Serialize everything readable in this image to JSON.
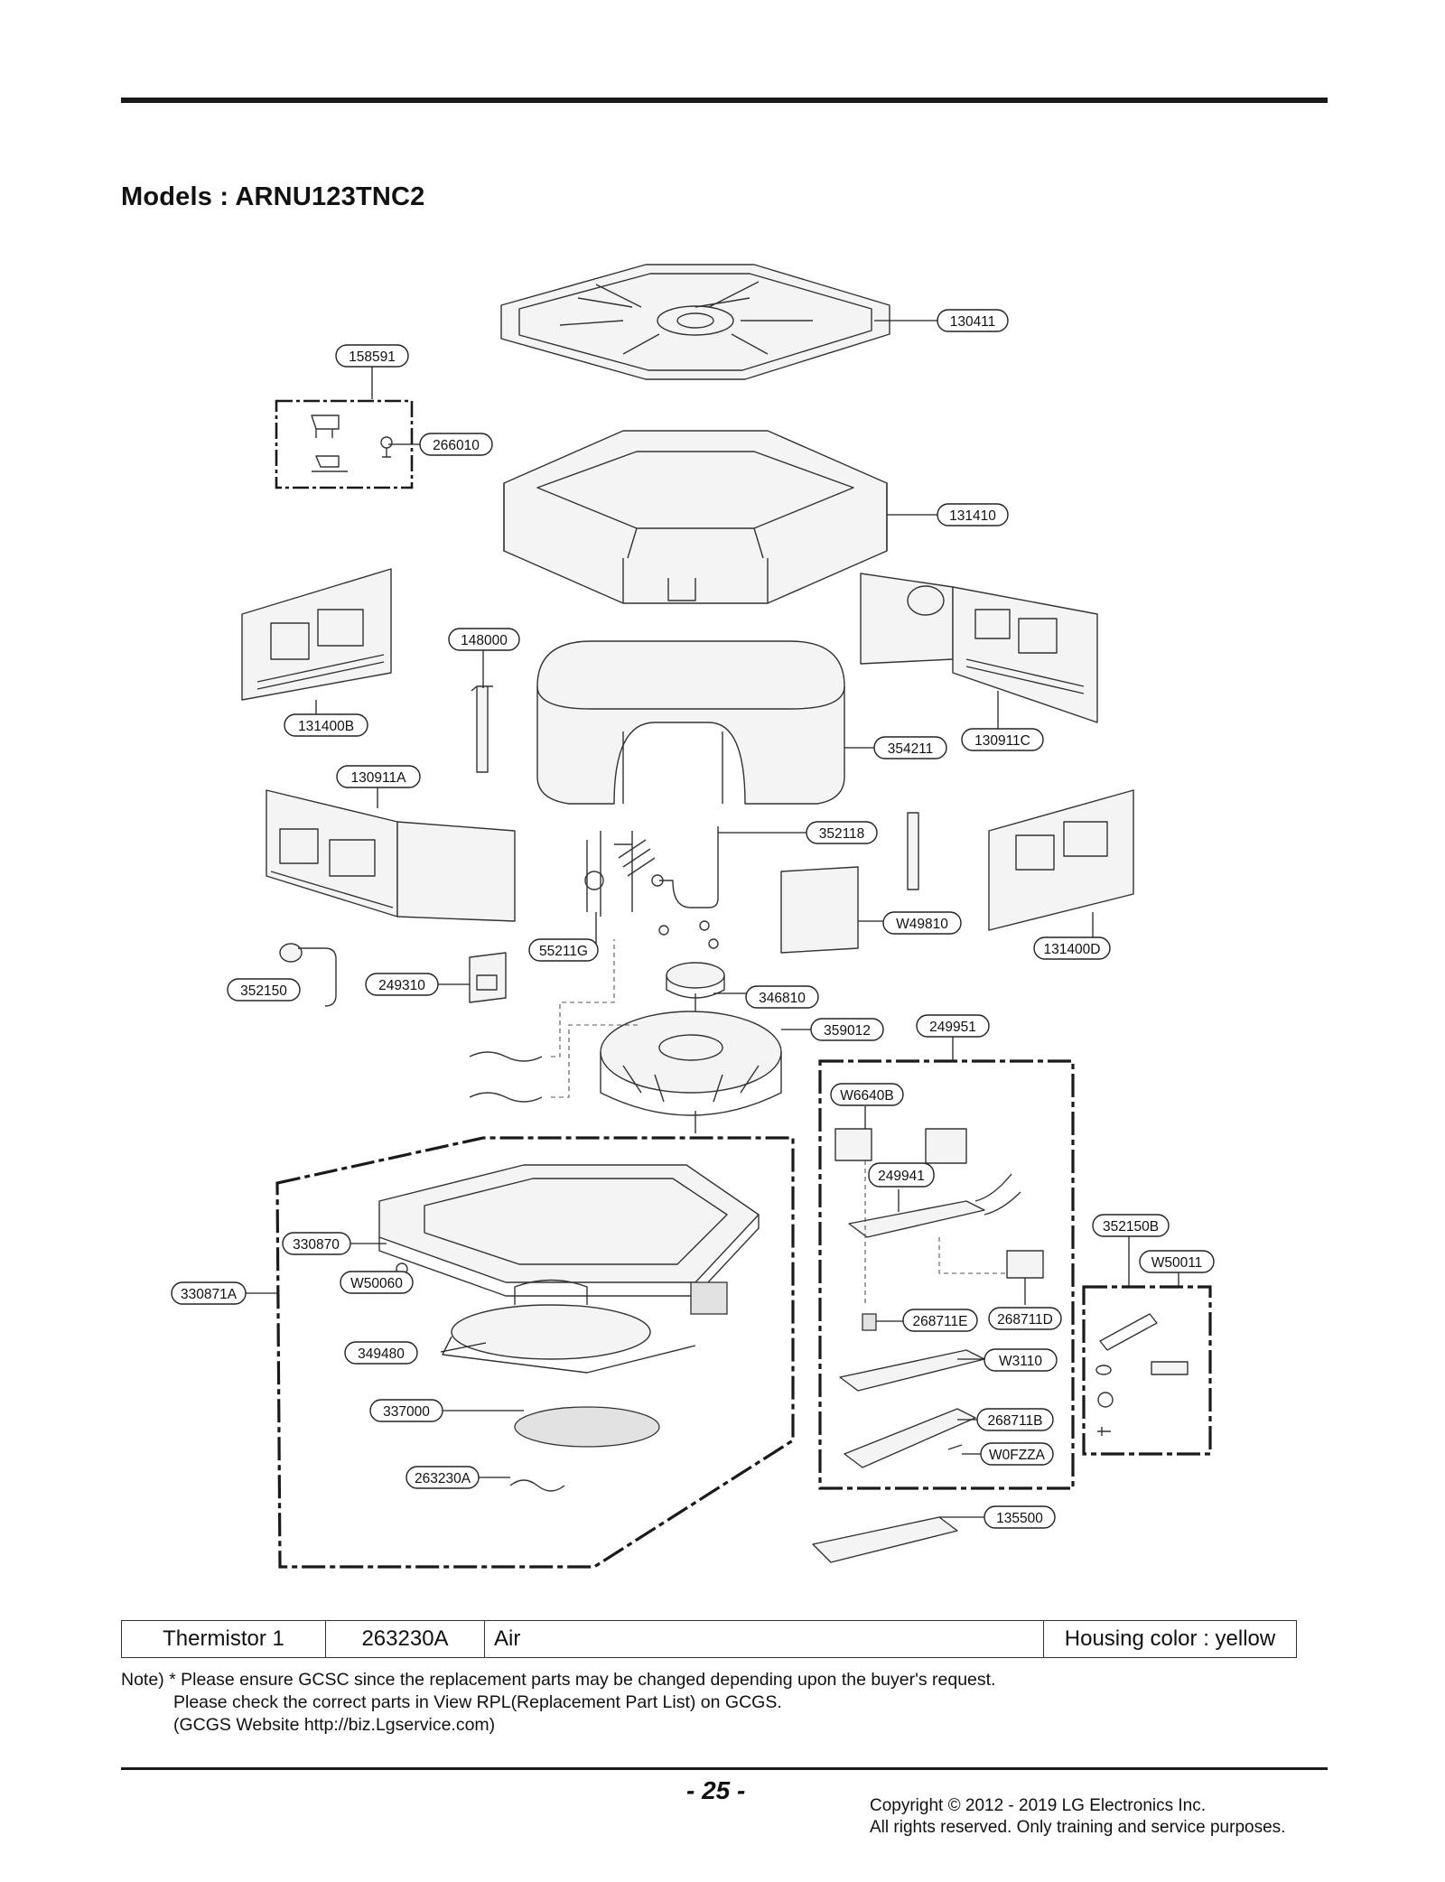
{
  "page_title": "Models : ARNU123TNC2",
  "part_labels": [
    "130411",
    "158591",
    "266010",
    "131410",
    "148000",
    "131400B",
    "354211",
    "130911C",
    "130911A",
    "352118",
    "W49810",
    "131400D",
    "55211G",
    "352150",
    "249310",
    "346810",
    "359012",
    "249951",
    "W6640B",
    "249941",
    "330870",
    "352150B",
    "W50011",
    "W50060",
    "330871A",
    "268711E",
    "268711D",
    "349480",
    "W3110",
    "337000",
    "268711B",
    "W0FZZA",
    "263230A",
    "135500"
  ],
  "spec_table": {
    "rows": [
      [
        "Thermistor 1",
        "263230A",
        "Air",
        "Housing color : yellow"
      ]
    ]
  },
  "note": {
    "line1": "Note) * Please ensure GCSC since the replacement parts may be changed depending upon the buyer's request.",
    "line2": "Please check the correct parts in View RPL(Replacement Part List) on GCGS.",
    "line3": "(GCGS Website http://biz.Lgservice.com)"
  },
  "page_number": "- 25 -",
  "copyright": {
    "line1": "Copyright © 2012 - 2019 LG Electronics Inc.",
    "line2": "All rights reserved. Only training and service purposes."
  }
}
